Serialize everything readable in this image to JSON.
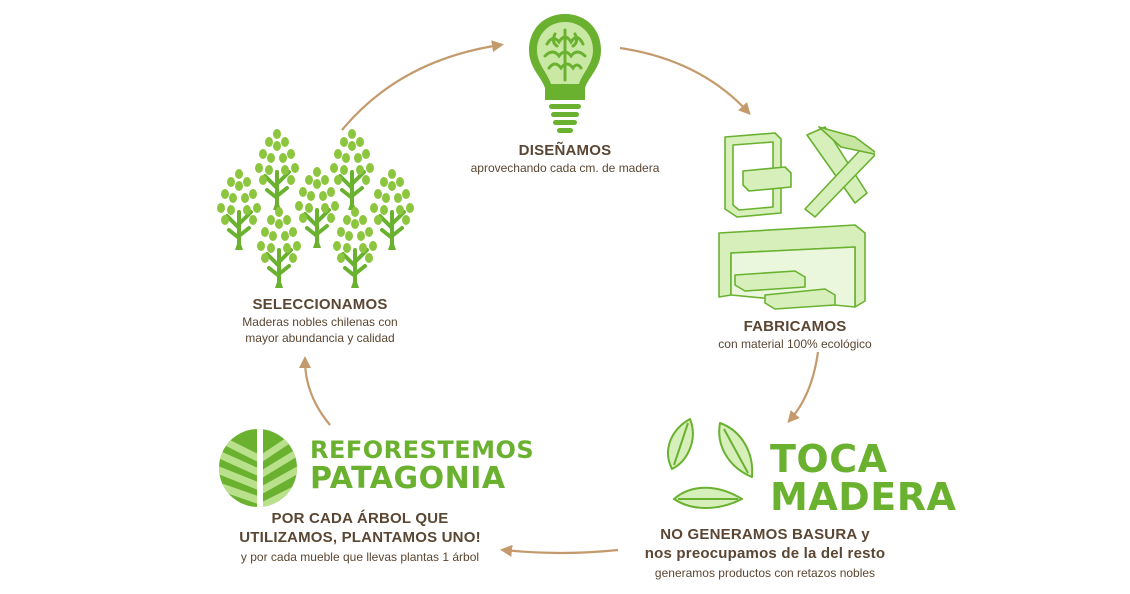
{
  "colors": {
    "green": "#6ab130",
    "light_green": "#b9e08b",
    "brown_text": "#5a4632",
    "arrow": "#c49a6c"
  },
  "steps": {
    "design": {
      "title": "DISEÑAMOS",
      "subtitle": "aprovechando cada cm. de madera",
      "icon": "lightbulb-brain-icon"
    },
    "fabricate": {
      "title": "FABRICAMOS",
      "subtitle": "con material 100% ecológico",
      "icon": "furniture-icon"
    },
    "recycle": {
      "brand_line1": "TOCA",
      "brand_line2": "MADERA",
      "title_line1": "NO GENERAMOS BASURA y",
      "title_line2": "nos preocupamos de la del resto",
      "subtitle": "generamos productos con retazos nobles",
      "icon": "leaves-recycle-icon"
    },
    "reforest": {
      "brand_line1": "REFORESTEMOS",
      "brand_line2": "PATAGONIA",
      "title_line1": "POR CADA ÁRBOL QUE",
      "title_line2": "UTILIZAMOS, PLANTAMOS UNO!",
      "subtitle": "y por cada mueble que llevas plantas 1 árbol",
      "icon": "leaf-logo-icon"
    },
    "select": {
      "title": "SELECCIONAMOS",
      "subtitle_line1": "Maderas nobles chilenas con",
      "subtitle_line2": "mayor abundancia y calidad",
      "icon": "trees-icon"
    }
  }
}
